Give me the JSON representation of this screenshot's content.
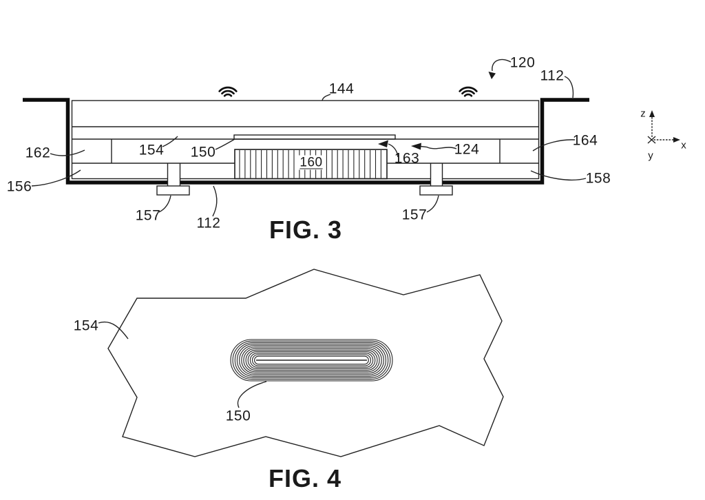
{
  "fig3": {
    "caption": "FIG. 3",
    "labels": {
      "n162": "162",
      "n156": "156",
      "n154": "154",
      "n150": "150",
      "n144": "144",
      "n120": "120",
      "n112_top_right": "112",
      "n164": "164",
      "n158": "158",
      "n124": "124",
      "n163": "163",
      "n160": "160",
      "n112_bottom": "112",
      "n157_left": "157",
      "n157_right": "157"
    },
    "axes": {
      "z": "z",
      "x": "x",
      "y": "y"
    },
    "icons": {
      "wireless_signal_left": "wifi-arcs",
      "wireless_signal_right": "wifi-arcs"
    }
  },
  "fig4": {
    "caption": "FIG. 4",
    "labels": {
      "n154": "154",
      "n150": "150"
    }
  }
}
